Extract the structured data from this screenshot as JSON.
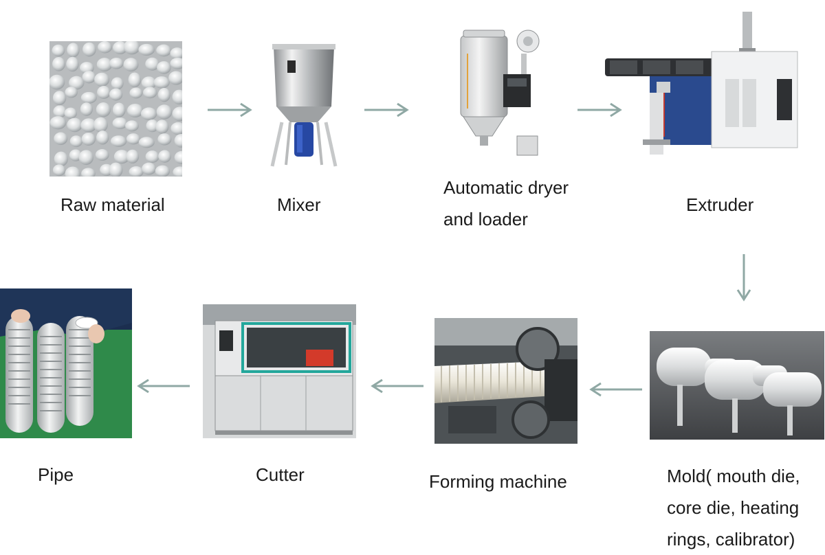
{
  "colors": {
    "arrow": "#8fa8a4"
  },
  "steps": [
    {
      "label": "Raw  material",
      "icon": "plastic-pellets-icon"
    },
    {
      "label": "Mixer",
      "icon": "mixer-icon"
    },
    {
      "label": "Automatic dryer\nand loader",
      "icon": "dryer-loader-icon"
    },
    {
      "label": "Extruder",
      "icon": "extruder-icon"
    },
    {
      "label": "Mold( mouth die,\ncore die, heating\nrings, calibrator)",
      "icon": "mold-icon"
    },
    {
      "label": "Forming machine",
      "icon": "forming-machine-icon"
    },
    {
      "label": "Cutter",
      "icon": "cutter-icon"
    },
    {
      "label": "Pipe",
      "icon": "corrugated-pipe-icon"
    }
  ]
}
